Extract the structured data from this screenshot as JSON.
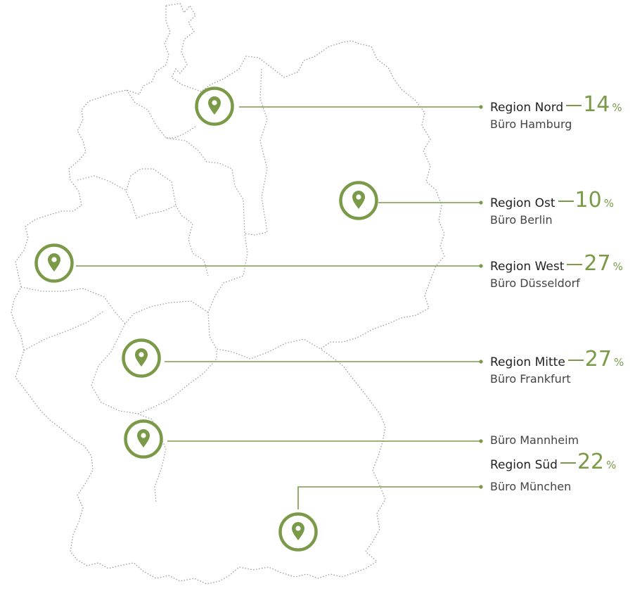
{
  "colors": {
    "accent": "#7a9a48",
    "border": "#9a9a9a",
    "text": "#222222"
  },
  "regions": {
    "nord": {
      "name": "Region Nord",
      "percent": "14",
      "unit": "%",
      "office": "Büro Hamburg"
    },
    "ost": {
      "name": "Region Ost",
      "percent": "10",
      "unit": "%",
      "office": "Büro Berlin"
    },
    "west": {
      "name": "Region West",
      "percent": "27",
      "unit": "%",
      "office": "Büro Düsseldorf"
    },
    "mitte": {
      "name": "Region Mitte",
      "percent": "27",
      "unit": "%",
      "office": "Büro Frankfurt"
    },
    "sued": {
      "name": "Region Süd",
      "percent": "22",
      "unit": "%",
      "offices": [
        "Büro Mannheim",
        "Büro München"
      ]
    }
  },
  "icons": {
    "marker": "map-pin-icon"
  }
}
